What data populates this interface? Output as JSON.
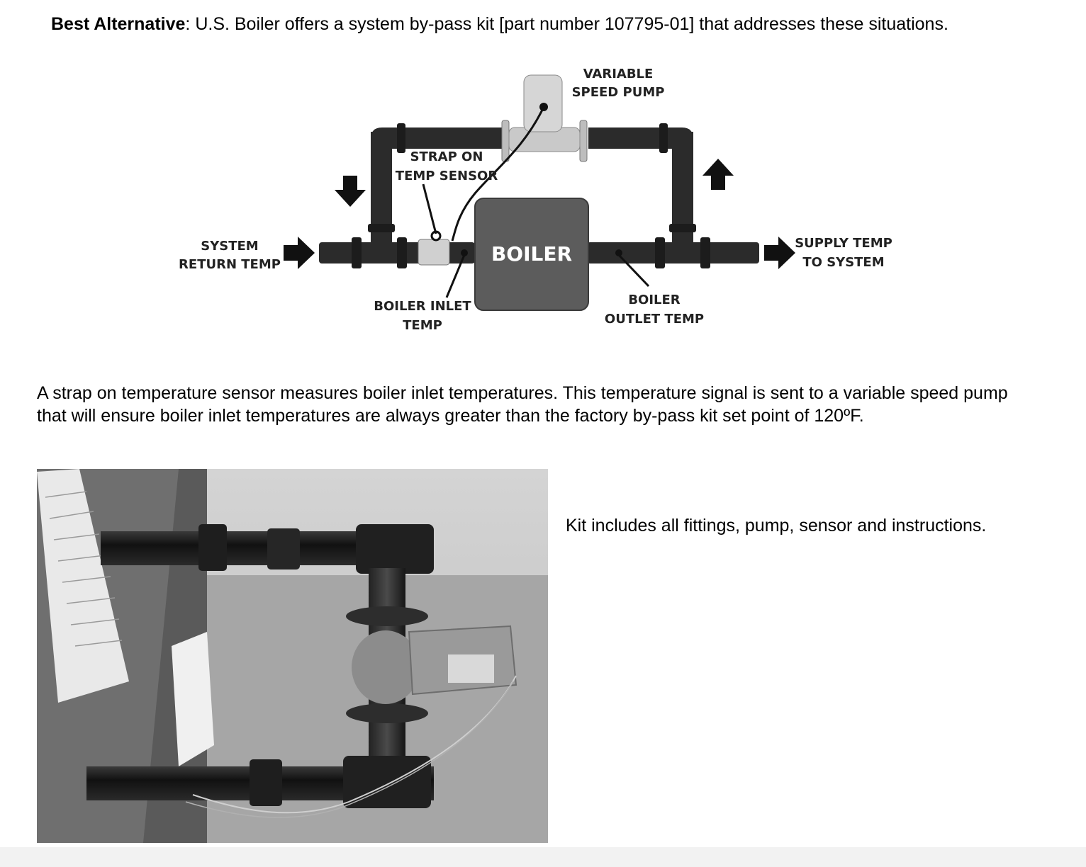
{
  "intro": {
    "bold": "Best Alternative",
    "text": ": U.S. Boiler offers a system by-pass kit [part number 107795-01] that addresses these situations."
  },
  "diagram": {
    "boiler_label": "BOILER",
    "variable_speed_pump": [
      "VARIABLE",
      "SPEED PUMP"
    ],
    "strap_on_temp_sensor": [
      "STRAP ON",
      "TEMP SENSOR"
    ],
    "system_return_temp": [
      "SYSTEM",
      "RETURN TEMP"
    ],
    "supply_temp_to_system": [
      "SUPPLY TEMP",
      "TO SYSTEM"
    ],
    "boiler_inlet_temp": [
      "BOILER INLET",
      "TEMP"
    ],
    "boiler_outlet_temp": [
      "BOILER",
      "OUTLET TEMP"
    ]
  },
  "description": "A strap on temperature sensor measures boiler inlet temperatures. This temperature signal is sent to a variable speed pump that will ensure boiler inlet temperatures are always greater than the factory by-pass kit set point of 120ºF.",
  "kit_note": "Kit includes all fittings, pump, sensor and instructions.",
  "colors": {
    "pipe": "#2b2b2b",
    "boiler": "#5c5c5c",
    "boiler_text": "#ffffff",
    "arrow": "#111111"
  }
}
